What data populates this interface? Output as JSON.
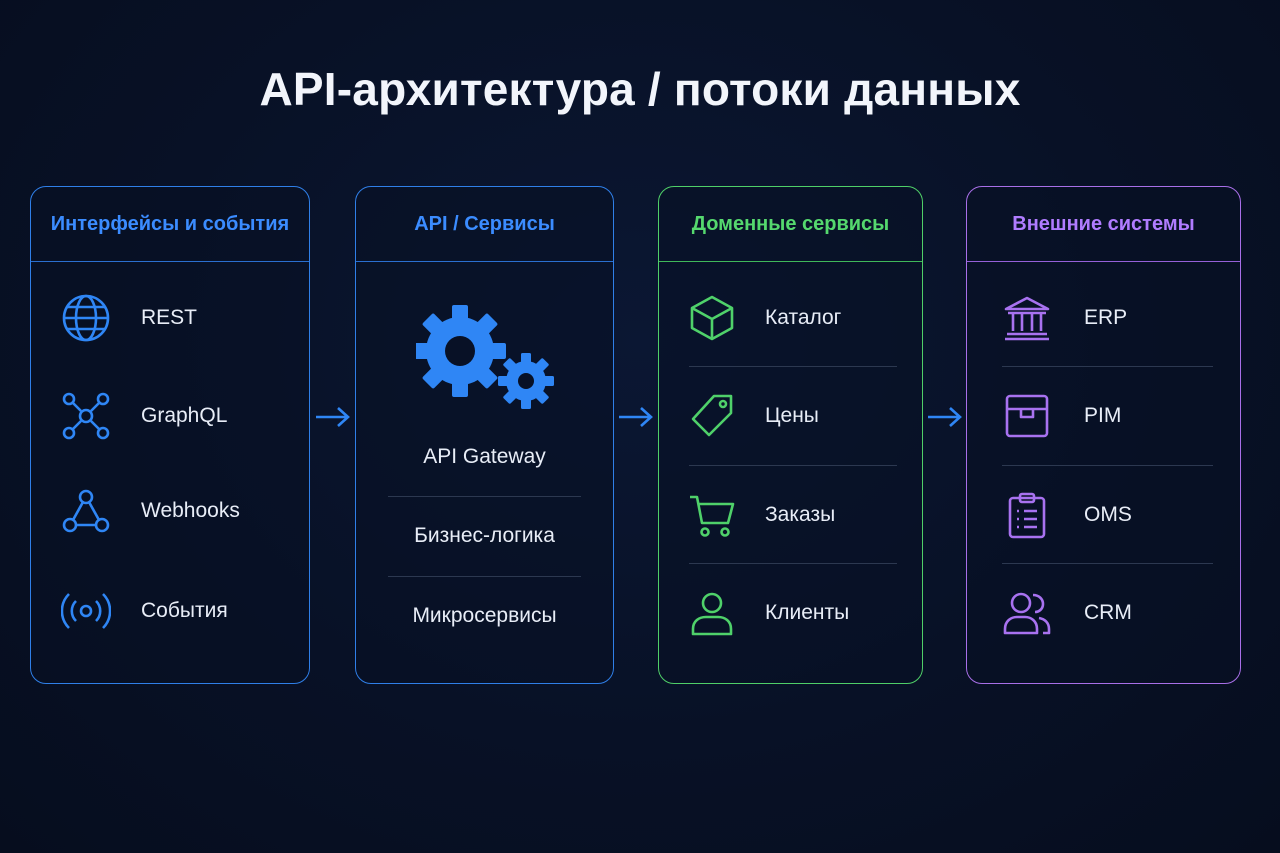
{
  "title": "API-архитектура / потоки данных",
  "columns": [
    {
      "heading": "Интерфейсы и события",
      "color": "#3b8cff",
      "items": [
        {
          "label": "REST",
          "icon": "globe-icon"
        },
        {
          "label": "GraphQL",
          "icon": "graph-nodes-icon"
        },
        {
          "label": "Webhooks",
          "icon": "webhook-icon"
        },
        {
          "label": "События",
          "icon": "broadcast-icon"
        }
      ]
    },
    {
      "heading": "API / Сервисы",
      "color": "#3b8cff",
      "icon": "gears-icon",
      "items": [
        {
          "label": "API Gateway"
        },
        {
          "label": "Бизнес-логика"
        },
        {
          "label": "Микросервисы"
        }
      ]
    },
    {
      "heading": "Доменные сервисы",
      "color": "#55d86e",
      "items": [
        {
          "label": "Каталог",
          "icon": "cube-icon"
        },
        {
          "label": "Цены",
          "icon": "price-tag-icon"
        },
        {
          "label": "Заказы",
          "icon": "cart-icon"
        },
        {
          "label": "Клиенты",
          "icon": "user-icon"
        }
      ]
    },
    {
      "heading": "Внешние системы",
      "color": "#b07cff",
      "items": [
        {
          "label": "ERP",
          "icon": "bank-icon"
        },
        {
          "label": "PIM",
          "icon": "archive-box-icon"
        },
        {
          "label": "OMS",
          "icon": "clipboard-list-icon"
        },
        {
          "label": "CRM",
          "icon": "users-icon"
        }
      ]
    }
  ],
  "arrow_color": "#3b8cff"
}
